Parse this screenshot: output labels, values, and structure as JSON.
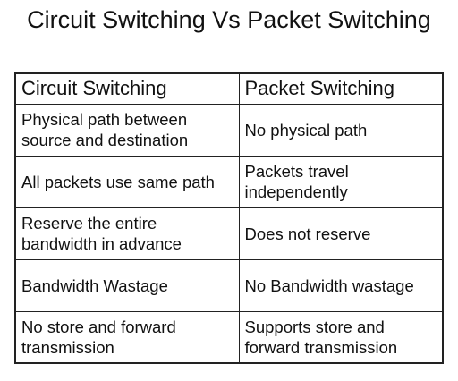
{
  "title": "Circuit Switching Vs Packet Switching",
  "table": {
    "headers": [
      "Circuit Switching",
      "Packet Switching"
    ],
    "rows": [
      [
        "Physical path between source and destination",
        "No physical path"
      ],
      [
        "All packets use same path",
        "Packets travel independently"
      ],
      [
        "Reserve the entire bandwidth in advance",
        "Does not reserve"
      ],
      [
        "Bandwidth Wastage",
        "No Bandwidth wastage"
      ],
      [
        "No store and forward transmission",
        "Supports store and forward transmission"
      ]
    ]
  }
}
